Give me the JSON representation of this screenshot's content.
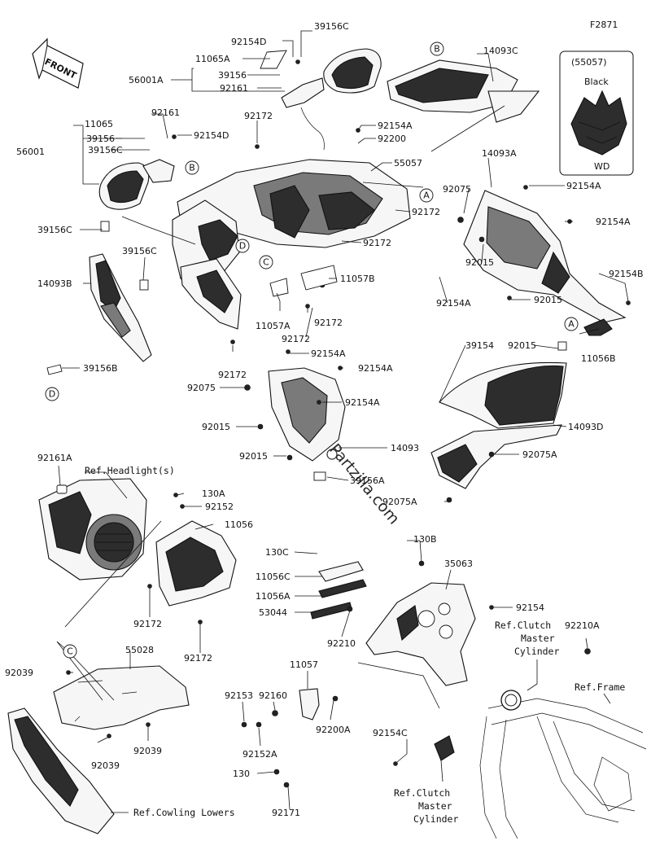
{
  "figure_code": "F2871",
  "front_label": "FRONT",
  "inset": {
    "code": "(55057)",
    "color": "Black",
    "variant": "WD"
  },
  "watermark": "Partzilla.com",
  "callout_letters": [
    "A",
    "B",
    "C",
    "D"
  ],
  "part_labels": {
    "p39156C_top": "39156C",
    "p92154D_top": "92154D",
    "p11065A": "11065A",
    "p56001A": "56001A",
    "p39156_top": "39156",
    "p92161_top": "92161",
    "p14093C": "14093C",
    "p11065": "11065",
    "p92161_mid": "92161",
    "p39156_mid": "39156",
    "p56001": "56001",
    "p39156C_mid": "39156C",
    "p92154D_mid": "92154D",
    "p92172_a": "92172",
    "p92154A_a": "92154A",
    "p92200": "92200",
    "p55057": "55057",
    "p14093A": "14093A",
    "p92154A_b": "92154A",
    "p92075_a": "92075",
    "p92172_b": "92172",
    "p39156C_left": "39156C",
    "p92154A_c": "92154A",
    "p92172_c": "92172",
    "p92015_a": "92015",
    "p39156C_lower": "39156C",
    "p14093B": "14093B",
    "p11057B": "11057B",
    "p92154B": "92154B",
    "p92154A_d": "92154A",
    "p92015_b": "92015",
    "p11057A": "11057A",
    "p92172_d": "92172",
    "p92172_e": "92172",
    "p11056B": "11056B",
    "p39154": "39154",
    "p92015_c": "92015",
    "p92154A_e": "92154A",
    "p92154A_f": "92154A",
    "p39156B": "39156B",
    "p92172_f": "92172",
    "p92075_b": "92075",
    "p92154A_g": "92154A",
    "p92015_d": "92015",
    "p14093D": "14093D",
    "p14093": "14093",
    "p92015_e": "92015",
    "p92075A_a": "92075A",
    "p92161A": "92161A",
    "ref_headlight": "Ref.Headlight(s)",
    "p39156A": "39156A",
    "p92075A_b": "92075A",
    "p130A": "130A",
    "p92152": "92152",
    "p11056": "11056",
    "p130B": "130B",
    "p130C": "130C",
    "p35063": "35063",
    "p11056C": "11056C",
    "p11056A": "11056A",
    "p53044": "53044",
    "p92154_x": "92154",
    "p92172_g": "92172",
    "p92210": "92210",
    "ref_clutch_top_1": "Ref.Clutch",
    "ref_clutch_top_2": "Master",
    "ref_clutch_top_3": "Cylinder",
    "p92210A": "92210A",
    "p92172_h": "92172",
    "p55028": "55028",
    "p92039_a": "92039",
    "p11057": "11057",
    "ref_frame": "Ref.Frame",
    "p92153": "92153",
    "p92160": "92160",
    "p92200A": "92200A",
    "p92039_b": "92039",
    "p92039_c": "92039",
    "p92154C": "92154C",
    "p92152A": "92152A",
    "p130": "130",
    "ref_clutch_bot_1": "Ref.Clutch",
    "ref_clutch_bot_2": "Master",
    "ref_clutch_bot_3": "Cylinder",
    "p92171": "92171",
    "ref_cowling": "Ref.Cowling Lowers"
  }
}
